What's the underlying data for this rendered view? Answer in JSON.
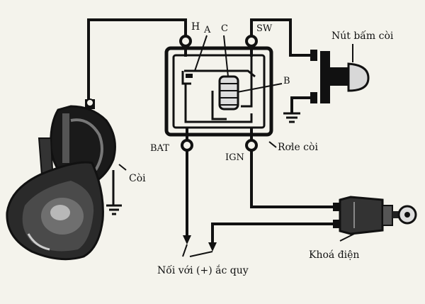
{
  "diagram": {
    "labels": {
      "H": "H",
      "A": "A",
      "C": "C",
      "SW": "SW",
      "B": "B",
      "BAT": "BAT",
      "IGN": "IGN",
      "relay": "Rơle còi",
      "horn": "Còi",
      "button": "Nút bấm còi",
      "key": "Khoá điện",
      "battery": "Nối với (+) ắc quy"
    },
    "colors": {
      "ink": "#111111",
      "paper": "#f4f3ec",
      "metal": "#9a9a9a"
    }
  }
}
